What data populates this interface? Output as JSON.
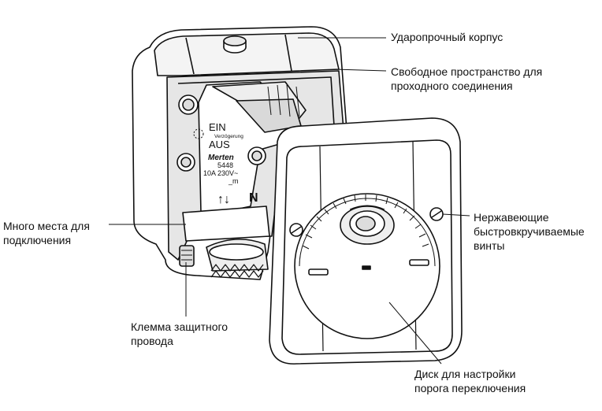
{
  "labels": {
    "housing": "Ударопрочный корпус",
    "free_space": "Свободное пространство для\nпроходного соединения",
    "screws": "Нержавеющие\nбыстровкручиваемые\nвинты",
    "connection_space": "Много места для\nподключения",
    "ground_terminal": "Клемма защитного\nпровода",
    "dial": "Диск для настройки\nпорога переключения"
  },
  "device_markings": {
    "ein": "EIN",
    "verzoegerung": "Verzögerung",
    "aus": "AUS",
    "brand": "Merten",
    "model": "5448",
    "rating": "10A 230V~",
    "rating_sub": "_m",
    "arrows": "↑↓",
    "neutral": "N"
  },
  "colors": {
    "line": "#111111",
    "body": "#ffffff",
    "shade": "#d9d9d9"
  }
}
